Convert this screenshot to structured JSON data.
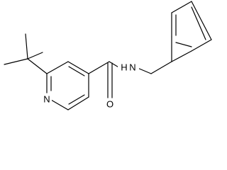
{
  "structure": {
    "atoms": {
      "nitrogen_ring": "N",
      "nitrogen_amide": "H N",
      "oxygen_carbonyl": "O"
    }
  }
}
